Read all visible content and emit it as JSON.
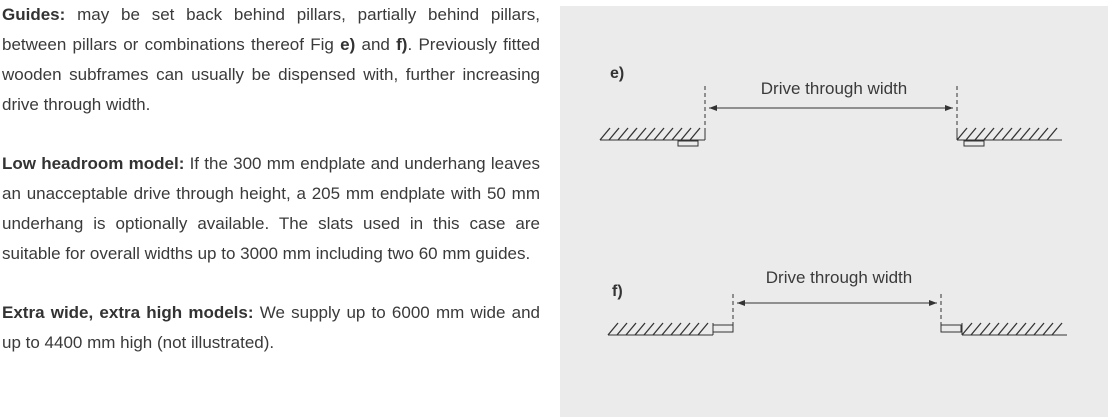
{
  "paragraphs": [
    {
      "heading": "Guides:",
      "text": " may be set back behind pillars, partially behind pillars, between pillars or combinations thereof Fig ",
      "ref1": "e)",
      "and": " and ",
      "ref2": "f)",
      "tail": ". Previously fitted wooden subframes can usually be dispensed with, further increasing drive through width."
    },
    {
      "heading": "Low headroom model:",
      "text": " If the 300 mm endplate and underhang leaves an unacceptable drive through height, a 205 mm endplate with 50 mm underhang is optionally available. The slats used in this case are suitable for overall widths up to 3000 mm including two 60 mm guides."
    },
    {
      "heading": "Extra wide, extra high models:",
      "text": " We supply up to 6000 mm wide and up to 4400 mm high (not illustrated)."
    }
  ],
  "figure": {
    "e": {
      "label": "e)",
      "dimension": "Drive through width"
    },
    "f": {
      "label": "f)",
      "dimension": "Drive through width"
    }
  }
}
